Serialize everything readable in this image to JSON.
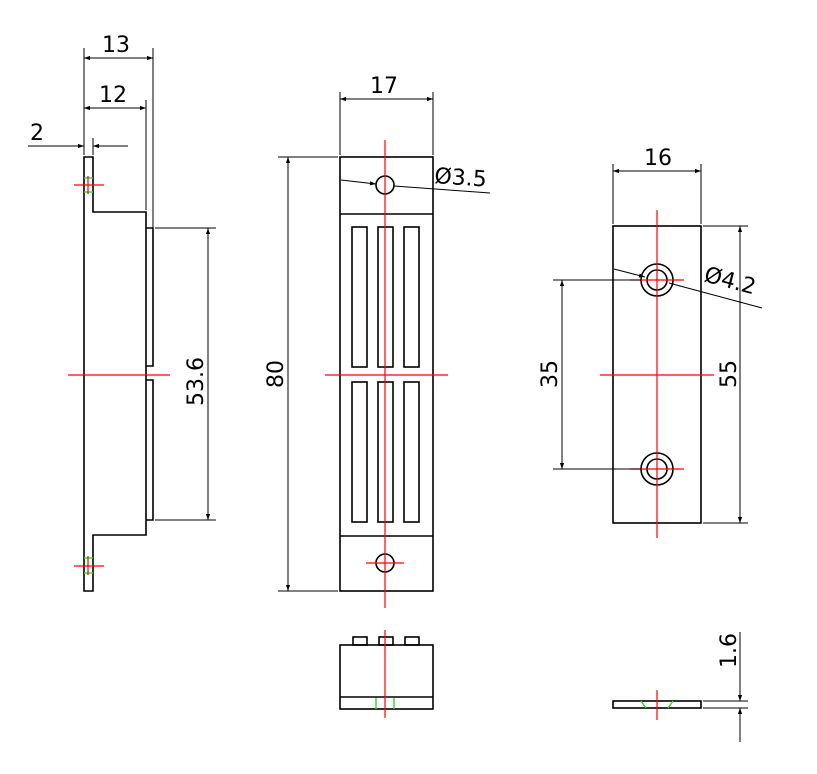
{
  "dimensions": {
    "side_overall": "13",
    "side_body": "12",
    "side_thickness": "2",
    "side_magnet_length": "53.6",
    "front_width": "17",
    "front_hole": "Ø3.5",
    "front_length": "80",
    "plate_width": "16",
    "plate_hole": "Ø4.2",
    "plate_hole_spacing": "35",
    "plate_length": "55",
    "plate_thickness": "1.6"
  },
  "colors": {
    "outline": "#000000",
    "centerline": "#ff0000",
    "thread": "#2bd92b"
  }
}
